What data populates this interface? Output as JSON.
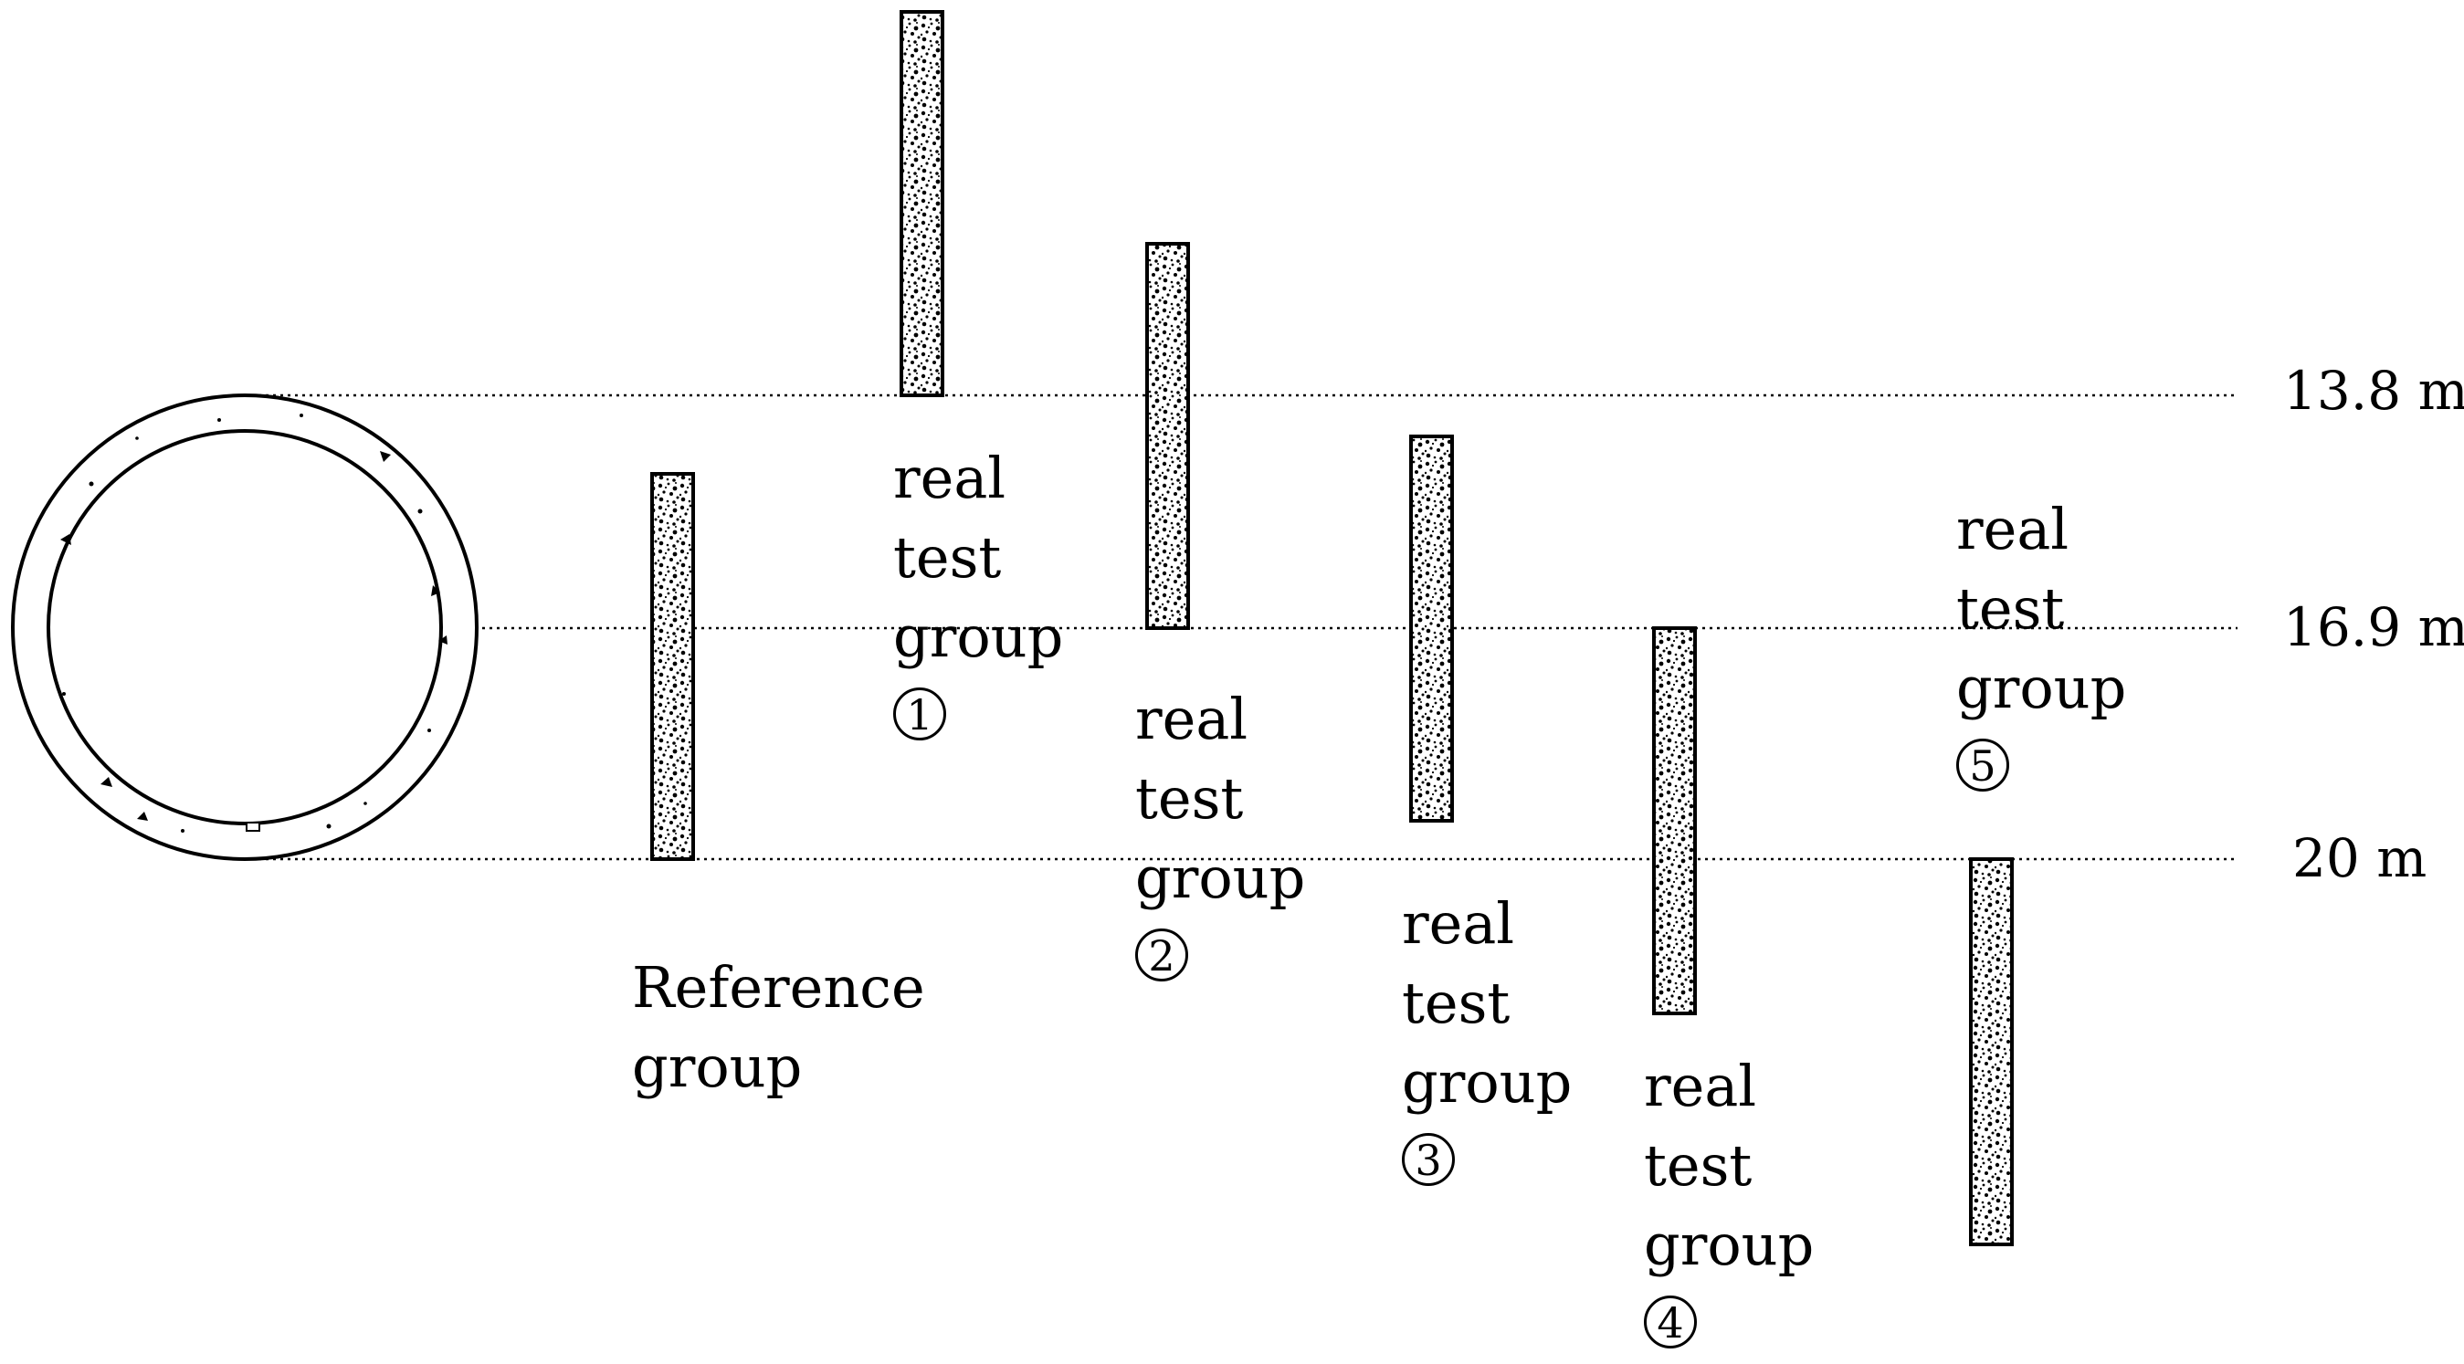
{
  "depth_levels": [
    {
      "label": "13.8 m"
    },
    {
      "label": "16.9 m"
    },
    {
      "label": "20 m"
    }
  ],
  "groups": [
    {
      "name": "reference",
      "lines": [
        "Reference",
        "group"
      ],
      "number": ""
    },
    {
      "name": "group-1",
      "lines": [
        "real",
        "test",
        "group"
      ],
      "number": "1"
    },
    {
      "name": "group-2",
      "lines": [
        "real",
        "test",
        "group"
      ],
      "number": "2"
    },
    {
      "name": "group-3",
      "lines": [
        "real",
        "test",
        "group"
      ],
      "number": "3"
    },
    {
      "name": "group-4",
      "lines": [
        "real",
        "test",
        "group"
      ],
      "number": "4"
    },
    {
      "name": "group-5",
      "lines": [
        "real",
        "test",
        "group"
      ],
      "number": "5"
    }
  ],
  "icons": {
    "tunnel": "tunnel-cross-section-icon",
    "pile": "concrete-pile-icon"
  },
  "colors": {
    "line": "#000000",
    "background": "#ffffff"
  }
}
